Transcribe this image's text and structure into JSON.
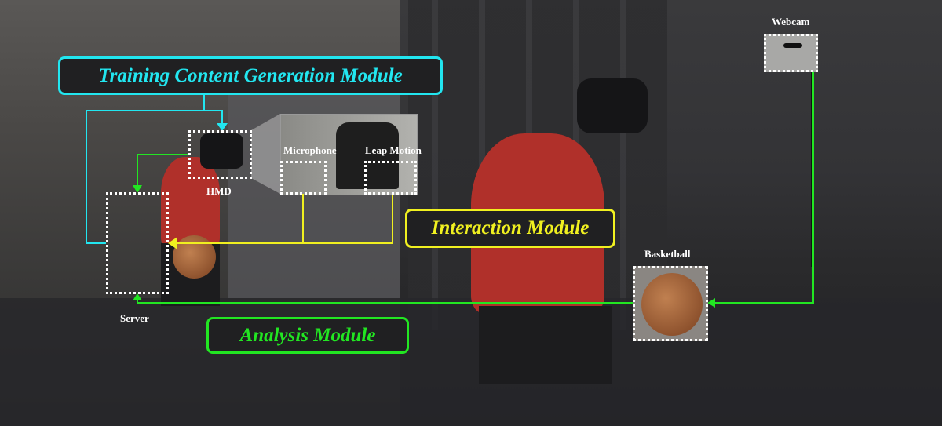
{
  "modules": {
    "training": "Training Content Generation Module",
    "interaction": "Interaction Module",
    "analysis": "Analysis Module"
  },
  "components": {
    "hmd": "HMD",
    "microphone": "Microphone",
    "leap_motion": "Leap Motion",
    "server": "Server",
    "webcam": "Webcam",
    "basketball": "Basketball"
  },
  "colors": {
    "training": "#22e6f0",
    "interaction": "#f0f020",
    "analysis": "#22e622"
  }
}
